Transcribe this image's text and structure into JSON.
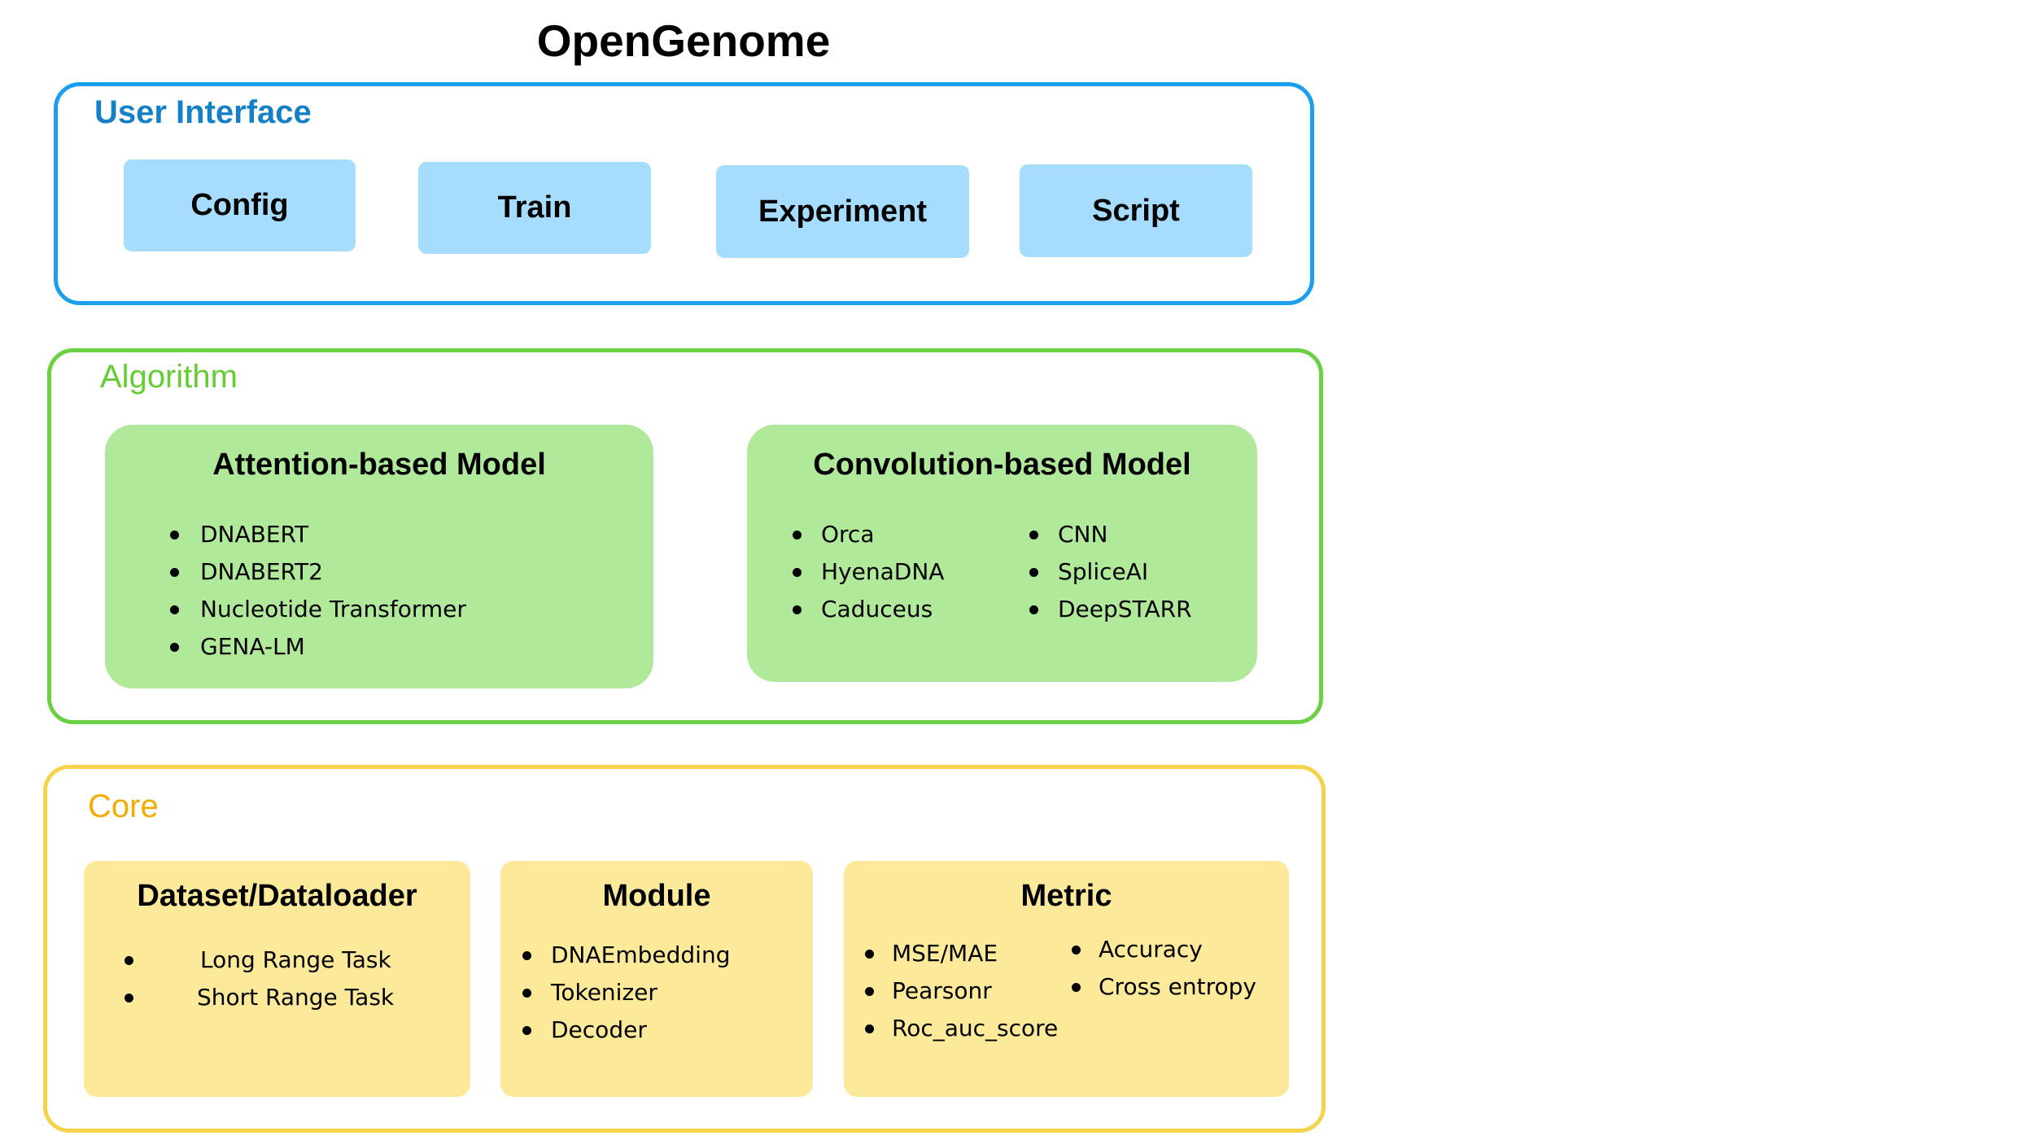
{
  "title": "OpenGenome",
  "sections": {
    "user_interface": {
      "label": "User Interface",
      "buttons": [
        "Config",
        "Train",
        "Experiment",
        "Script"
      ]
    },
    "algorithm": {
      "label": "Algorithm",
      "attention": {
        "title": "Attention-based Model",
        "items": [
          "DNABERT",
          "DNABERT2",
          "Nucleotide Transformer",
          "GENA-LM"
        ]
      },
      "convolution": {
        "title": "Convolution-based Model",
        "items_left": [
          "Orca",
          "HyenaDNA",
          "Caduceus"
        ],
        "items_right": [
          "CNN",
          "SpliceAI",
          "DeepSTARR"
        ]
      }
    },
    "core": {
      "label": "Core",
      "dataset": {
        "title": "Dataset/Dataloader",
        "items": [
          "Long Range Task",
          "Short Range Task"
        ]
      },
      "module": {
        "title": "Module",
        "items": [
          "DNAEmbedding",
          "Tokenizer",
          "Decoder"
        ]
      },
      "metric": {
        "title": "Metric",
        "items_left": [
          "MSE/MAE",
          "Pearsonr",
          "Roc_auc_score"
        ],
        "items_right": [
          "Accuracy",
          "Cross entropy"
        ]
      }
    }
  },
  "colors": {
    "ui_border": "#1a9ef0",
    "ui_label": "#1580c7",
    "ui_box": "#a6dcfd",
    "algorithm_border": "#6bd043",
    "algorithm_label": "#66cc33",
    "algorithm_box": "#b0e99a",
    "core_border": "#f5d44c",
    "core_label": "#f2ad00",
    "core_box": "#fde99a"
  }
}
